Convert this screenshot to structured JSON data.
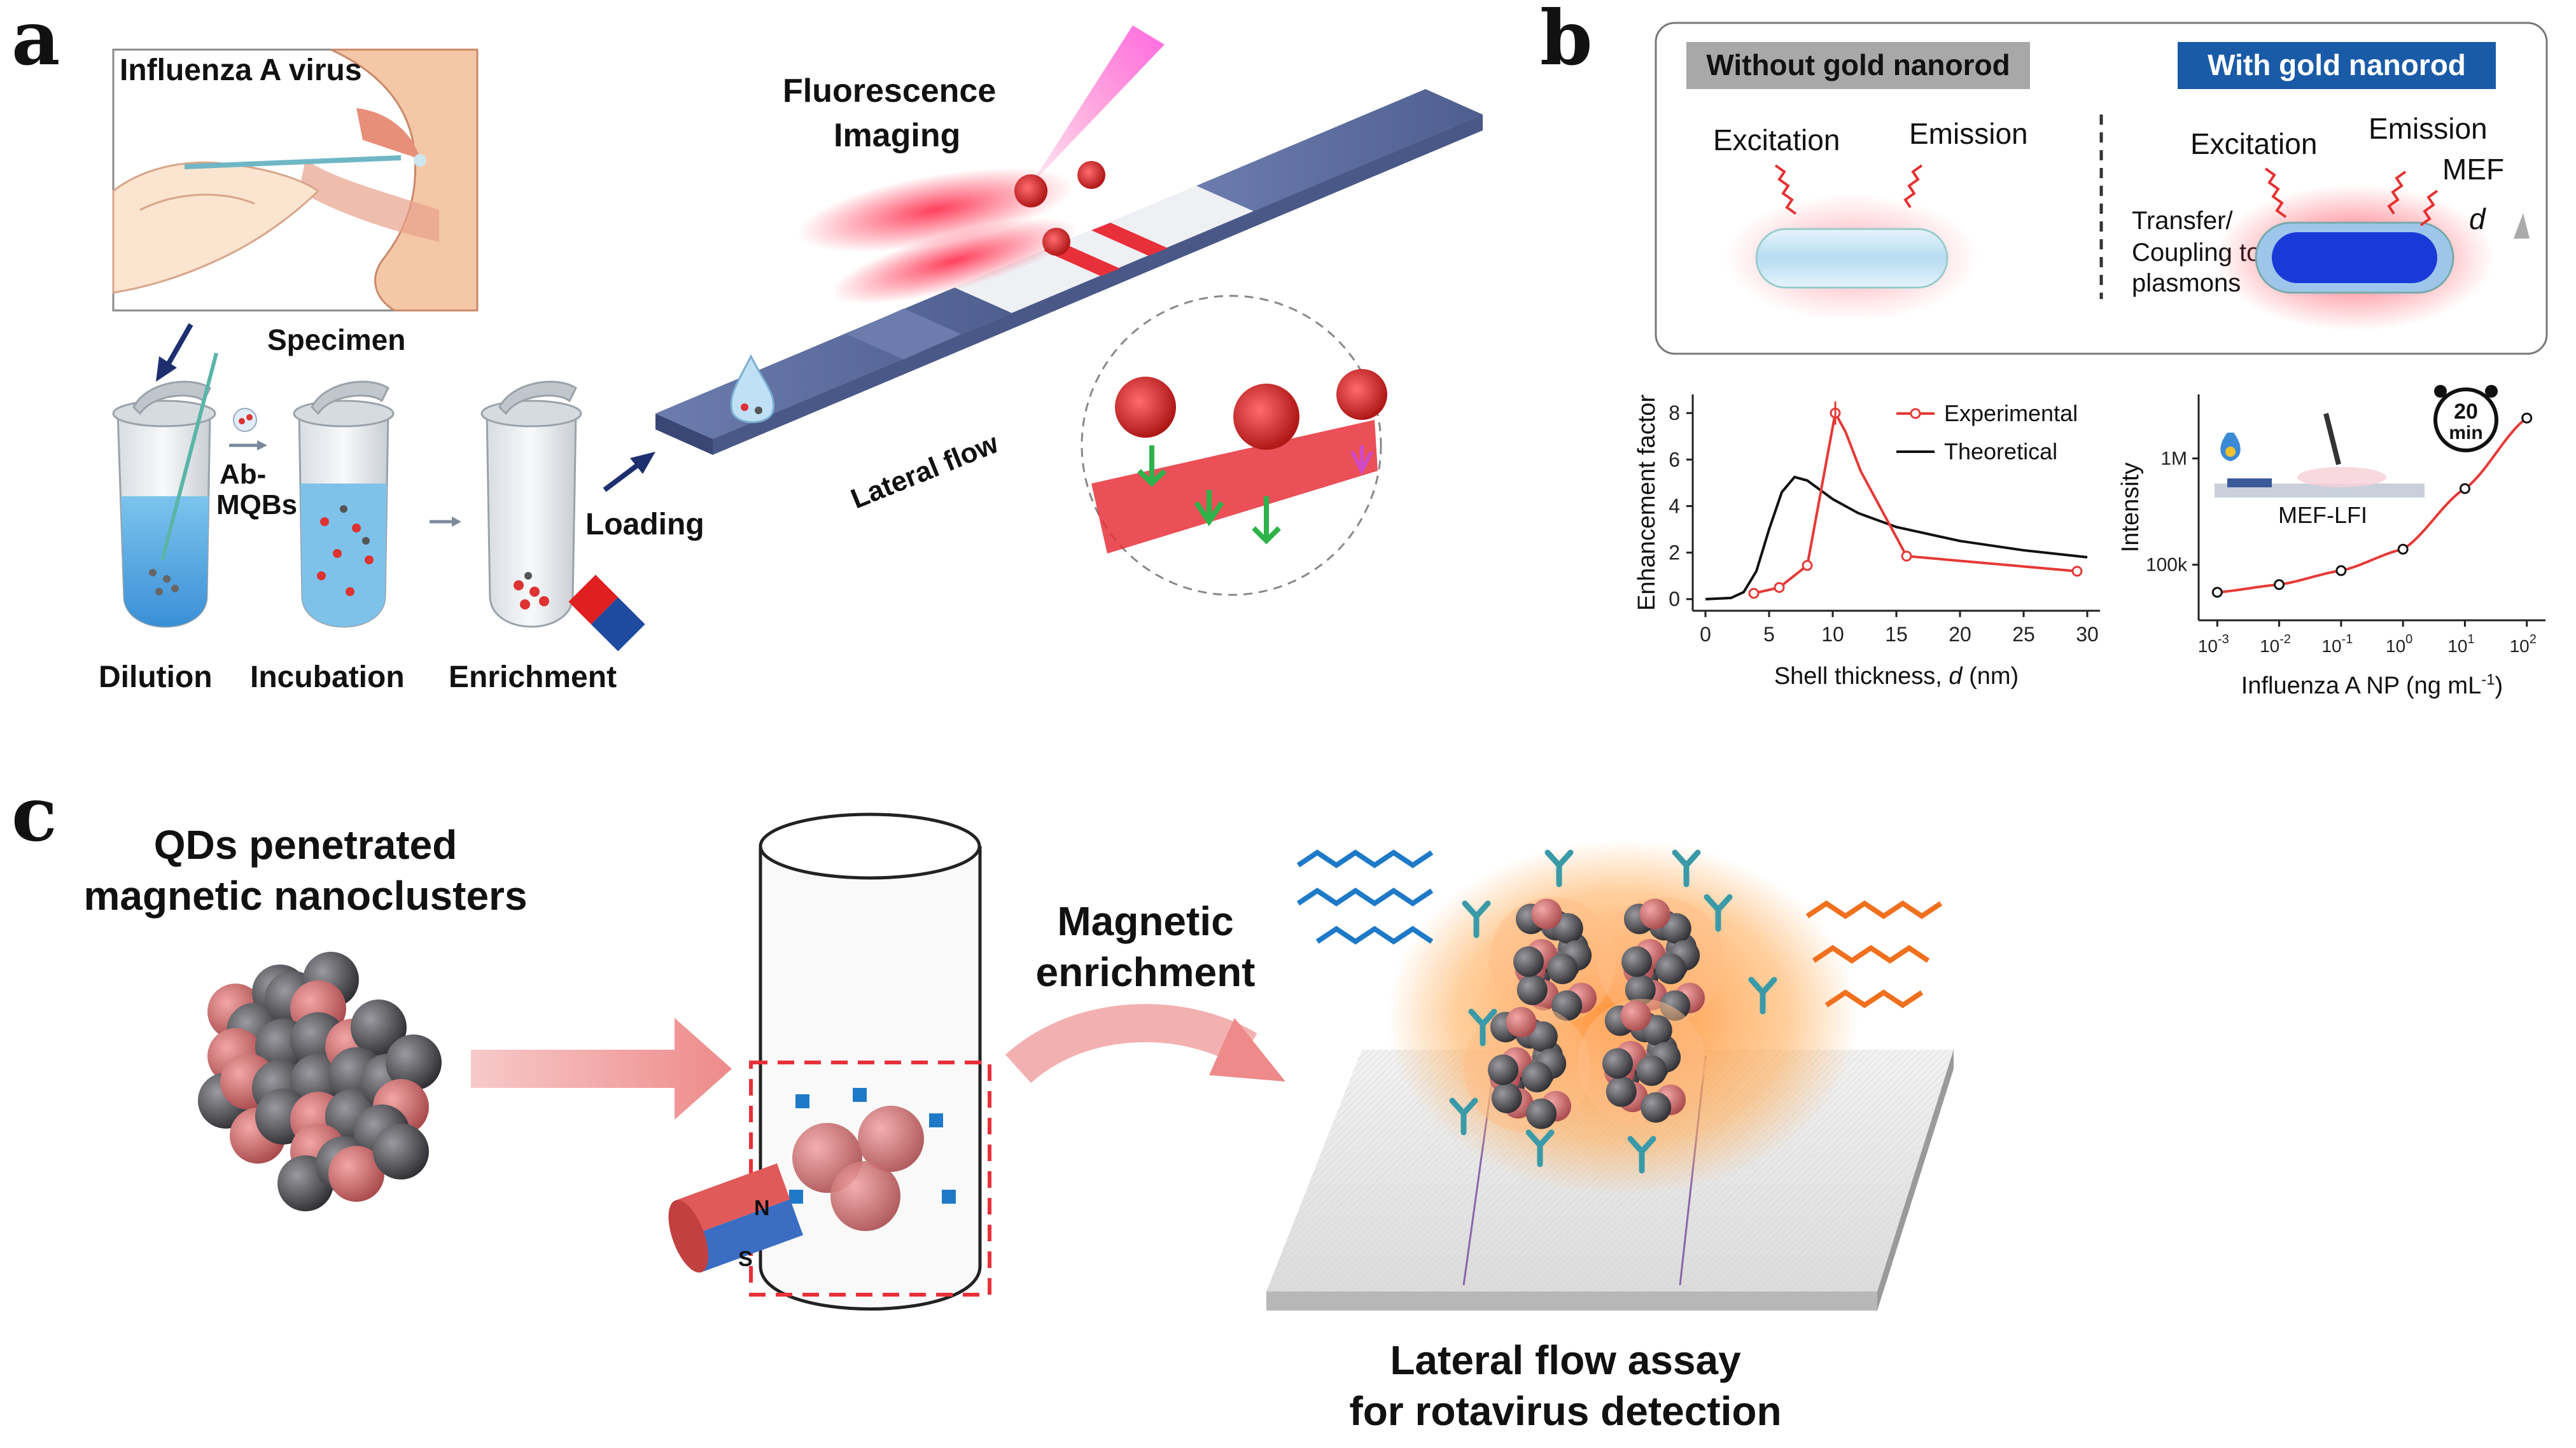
{
  "panels": {
    "a": {
      "letter": "a",
      "virus_label": "Influenza A virus",
      "specimen_label": "Specimen",
      "ab_mqbs_label": "Ab-\nMQBs",
      "ab_label": "Ab-",
      "mqbs_label": "MQBs",
      "step_labels": [
        "Dilution",
        "Incubation",
        "Enrichment"
      ],
      "loading_label": "Loading",
      "fluorescence_label_1": "Fluorescence",
      "fluorescence_label_2": "Imaging",
      "lateral_flow_label": "Lateral flow"
    },
    "b": {
      "letter": "b",
      "without_label": "Without gold nanorod",
      "with_label": "With gold nanorod",
      "excitation_left": "Excitation",
      "emission_left": "Emission",
      "excitation_right": "Excitation",
      "emission_right": "Emission",
      "mef_label": "MEF",
      "d_label": "d",
      "transfer_1": "Transfer/",
      "transfer_2": "Coupling to",
      "transfer_3": "plasmons",
      "timer_value": "20",
      "timer_unit": "min",
      "mef_lfi_label": "MEF-LFI"
    },
    "c": {
      "letter": "c",
      "qd_title_1": "QDs penetrated",
      "qd_title_2": "magnetic nanoclusters",
      "mag_title_1": "Magnetic",
      "mag_title_2": "enrichment",
      "magnet_n": "N",
      "magnet_s": "S",
      "lfa_title_1": "Lateral flow assay",
      "lfa_title_2": "for rotavirus detection"
    }
  },
  "colors": {
    "strip_blue": "#5d6f9e",
    "strip_red": "#e8303a",
    "fluorescence_pink": "#e040c8",
    "gray_tag": "#a8a8a8",
    "blue_tag": "#1a5ba8",
    "curve_red": "#e53935",
    "curve_black": "#111111",
    "nanocluster_red": "#d97a7c",
    "nanocluster_gray": "#5a5a5e",
    "glow_orange": "#ff8a2a",
    "antibody_teal": "#3a9aa8"
  },
  "chart_data": [
    {
      "type": "line",
      "xlabel_prefix": "Shell thickness, ",
      "xlabel_var": "d",
      "xlabel_suffix": " (nm)",
      "ylabel": "Enhancement factor",
      "xlim": [
        -1,
        31
      ],
      "ylim": [
        -0.5,
        8.8
      ],
      "xticks": [
        0,
        5,
        10,
        15,
        20,
        25,
        30
      ],
      "yticks": [
        0,
        2,
        4,
        6,
        8
      ],
      "legend_position": "top-right",
      "series": [
        {
          "name": "Experimental",
          "color": "#e53935",
          "marker": "open-circle",
          "x": [
            3.8,
            5.8,
            8.0,
            10.2,
            11.0,
            12.2,
            15.8,
            29.2
          ],
          "y": [
            0.25,
            0.5,
            1.45,
            8.0,
            7.2,
            5.5,
            1.85,
            1.2
          ]
        },
        {
          "name": "Theoretical",
          "color": "#111111",
          "marker": "none",
          "x": [
            0,
            2,
            3,
            4,
            5,
            6,
            7,
            8,
            9,
            10,
            12,
            15,
            20,
            25,
            30
          ],
          "y": [
            0,
            0.05,
            0.3,
            1.2,
            3.0,
            4.6,
            5.25,
            5.1,
            4.7,
            4.3,
            3.7,
            3.1,
            2.5,
            2.1,
            1.8
          ]
        }
      ]
    },
    {
      "type": "scatter",
      "xlabel": "Influenza A NP (ng mL",
      "xlabel_sup": "-1",
      "xlabel_end": ")",
      "ylabel": "Intensity",
      "x_scale": "log",
      "y_scale": "log",
      "xticks": [
        0.001,
        0.01,
        0.1,
        1,
        10,
        100
      ],
      "xtick_exponents": [
        "-3",
        "-2",
        "-1",
        "0",
        "1",
        "2"
      ],
      "ytick_labels": [
        "100k",
        "1M"
      ],
      "yticks": [
        100000,
        1000000
      ],
      "xlim": [
        0.0005,
        200
      ],
      "ylim": [
        30000,
        4000000
      ],
      "series": [
        {
          "color": "#111111",
          "marker": "open-circle",
          "x": [
            0.001,
            0.01,
            0.1,
            1,
            10,
            100
          ],
          "y": [
            55000,
            65000,
            88000,
            140000,
            520000,
            2400000
          ]
        }
      ],
      "fit_color": "#e53935"
    }
  ]
}
